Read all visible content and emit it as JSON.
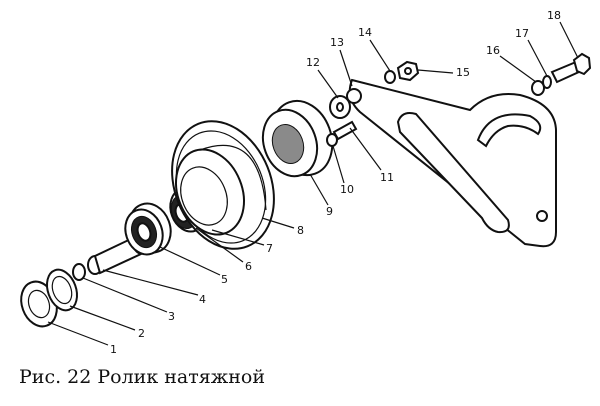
{
  "caption": "Рис. 22 Ролик натяжной",
  "callouts": [
    "1",
    "2",
    "3",
    "4",
    "5",
    "6",
    "7",
    "8",
    "9",
    "10",
    "11",
    "12",
    "13",
    "14",
    "15",
    "16",
    "17",
    "18"
  ],
  "colors": {
    "line": "#111111",
    "background": "#ffffff"
  }
}
